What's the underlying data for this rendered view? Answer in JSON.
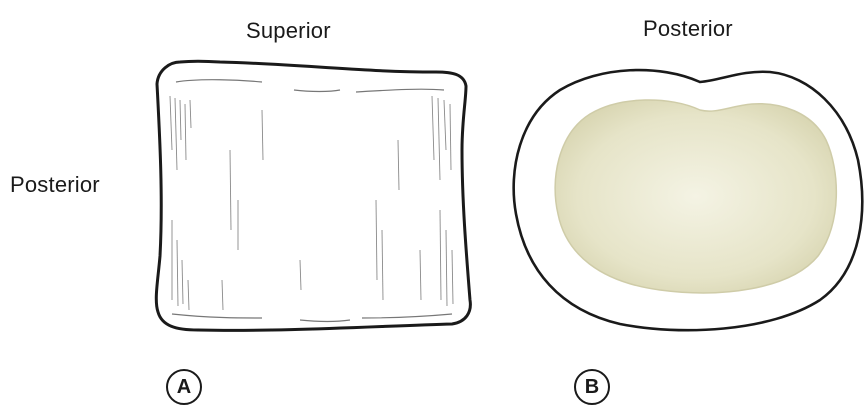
{
  "panel_a": {
    "top_label": "Superior",
    "side_label": "Posterior",
    "marker": "A"
  },
  "panel_b": {
    "top_label": "Posterior",
    "marker": "B"
  },
  "colors": {
    "outline": "#1a1a1a",
    "nucleus_fill": "#e6e4c8",
    "nucleus_edge": "#cfcca8",
    "hatching": "#8a8a8a"
  }
}
